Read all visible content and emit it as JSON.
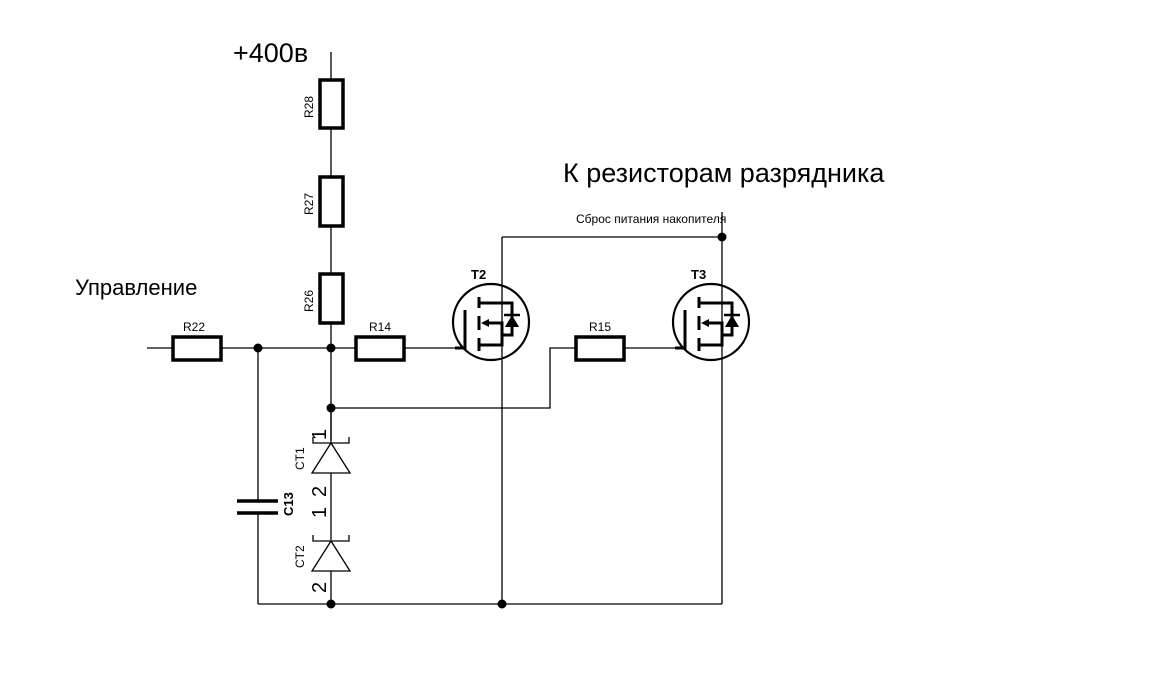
{
  "labels": {
    "supply": "+400в",
    "control": "Управление",
    "to_resistors": "К резисторам разрядника",
    "reset_note": "Сброс питания накопителя"
  },
  "components": {
    "R28": "R28",
    "R27": "R27",
    "R26": "R26",
    "R22": "R22",
    "R14": "R14",
    "R15": "R15",
    "T2": "T2",
    "T3": "T3",
    "CT1": "CT1",
    "CT2": "CT2",
    "C13": "C13"
  },
  "pins": {
    "CT1_pin1": "1",
    "CT1_pin2": "2",
    "CT2_pin1": "1",
    "CT2_pin2": "2"
  }
}
